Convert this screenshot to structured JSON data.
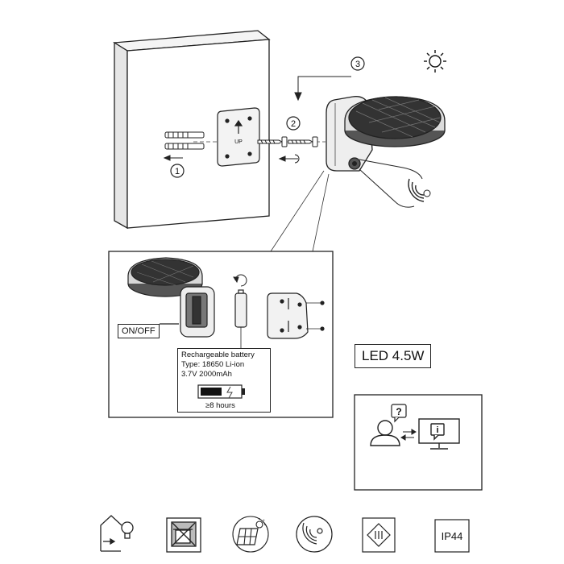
{
  "steps": {
    "s1": "1",
    "s2": "2",
    "s3": "3"
  },
  "plate_text": "UP",
  "labels": {
    "on_off": "ON/OFF",
    "led": "LED 4.5W"
  },
  "battery": {
    "title": "Rechargeable battery",
    "type": "Type: 18650 Li-ion",
    "spec": "3.7V 2000mAh",
    "runtime": "≥8 hours"
  },
  "footer_icons": [
    {
      "name": "indoor-bulb-icon"
    },
    {
      "name": "no-bin-icon"
    },
    {
      "name": "solar-panel-icon"
    },
    {
      "name": "motion-sensor-icon"
    },
    {
      "name": "class-iii-icon"
    },
    {
      "name": "ip44-icon",
      "text": "IP44"
    }
  ]
}
